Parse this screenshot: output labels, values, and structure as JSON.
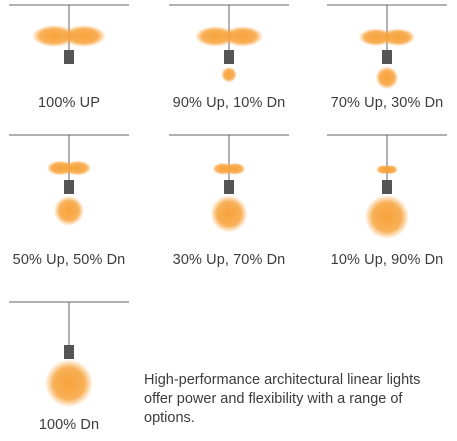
{
  "options": [
    {
      "label": "100% UP",
      "up_pct": 100,
      "down_pct": 0
    },
    {
      "label": "90% Up, 10% Dn",
      "up_pct": 90,
      "down_pct": 10
    },
    {
      "label": "70% Up, 30% Dn",
      "up_pct": 70,
      "down_pct": 30
    },
    {
      "label": "50% Up, 50% Dn",
      "up_pct": 50,
      "down_pct": 50
    },
    {
      "label": "30% Up, 70% Dn",
      "up_pct": 30,
      "down_pct": 70
    },
    {
      "label": "10% Up, 90% Dn",
      "up_pct": 10,
      "down_pct": 90
    },
    {
      "label": "100% Dn",
      "up_pct": 0,
      "down_pct": 100
    }
  ],
  "description": "High-performance architectural linear lights offer power and flexibility with a range of options.",
  "colors": {
    "glow": "#f7a23a",
    "fixture": "#555555",
    "ceiling": "#666666",
    "text": "#3c3c3c"
  }
}
